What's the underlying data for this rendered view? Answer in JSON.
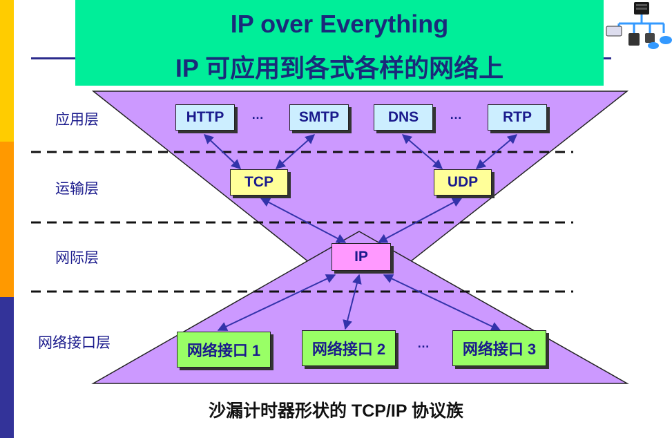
{
  "title": {
    "line1": "IP over Everything",
    "line2": "IP 可应用到各式各样的网络上"
  },
  "layers": {
    "application": "应用层",
    "transport": "运输层",
    "internet": "网际层",
    "link": "网络接口层"
  },
  "protocols": {
    "app": [
      "HTTP",
      "SMTP",
      "DNS",
      "RTP"
    ],
    "transport": [
      "TCP",
      "UDP"
    ],
    "internet": "IP",
    "link": [
      "网络接口 1",
      "网络接口 2",
      "网络接口 3"
    ]
  },
  "ellipsis": "…",
  "caption": "沙漏计时器形状的 TCP/IP 协议族",
  "colors": {
    "title_bg": "#00ee99",
    "title_text": "#1a2a7a",
    "hourglass_fill": "#cc99ff",
    "app_box": "#cceeff",
    "transport_box": "#ffff99",
    "ip_box": "#ff99ff",
    "link_box": "#99ff66",
    "arrow": "#3333aa",
    "sidebar": [
      "#ffcc00",
      "#ff9900",
      "#333399"
    ]
  },
  "icons": [
    "network-logo-icon"
  ]
}
